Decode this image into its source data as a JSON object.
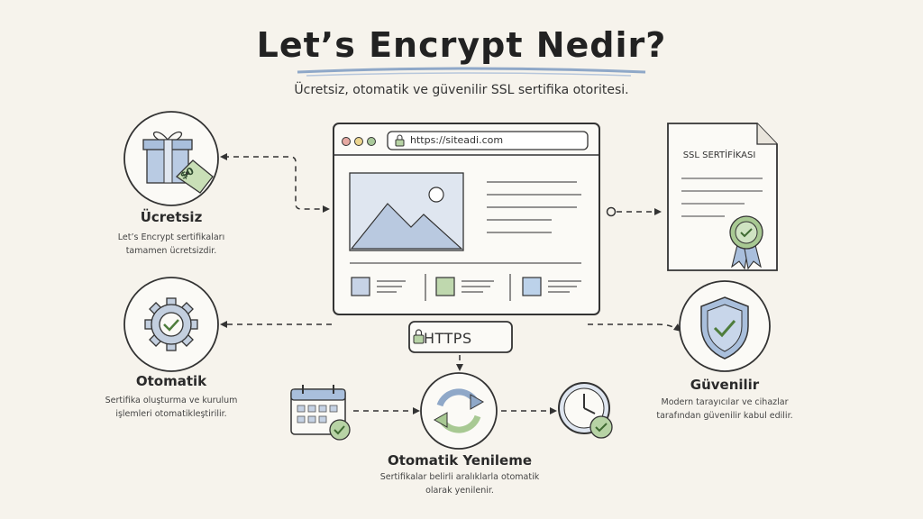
{
  "title": "Let’s Encrypt Nedir?",
  "subtitle": "Ücretsiz, otomatik ve güvenilir SSL sertifika otoritesi.",
  "browser": {
    "url": "https://siteadi.com",
    "https_badge": "HTTPS"
  },
  "certificate": {
    "label": "SSL SERTİFİKASI"
  },
  "price_tag": "$0",
  "features": {
    "free": {
      "title": "Ücretsiz",
      "desc": "Let’s Encrypt sertifikaları tamamen ücretsizdir."
    },
    "auto": {
      "title": "Otomatik",
      "desc": "Sertifika oluşturma ve kurulum işlemleri otomatikleştirilir."
    },
    "renew": {
      "title": "Otomatik Yenileme",
      "desc": "Sertifikalar belirli aralıklarla otomatik olarak yenilenir."
    },
    "trust": {
      "title": "Güvenilir",
      "desc": "Modern tarayıcılar ve cihazlar tarafından güvenilir kabul edilir."
    }
  },
  "icons": [
    "gift-icon",
    "price-tag-icon",
    "gear-check-icon",
    "calendar-check-icon",
    "refresh-icon",
    "clock-check-icon",
    "shield-check-icon",
    "lock-icon",
    "image-icon",
    "certificate-badge-icon"
  ],
  "colors": {
    "accent_blue": "#a9bfdc",
    "accent_green": "#b7d3a5",
    "ink": "#2b2b2b",
    "background": "#f6f3ec"
  }
}
